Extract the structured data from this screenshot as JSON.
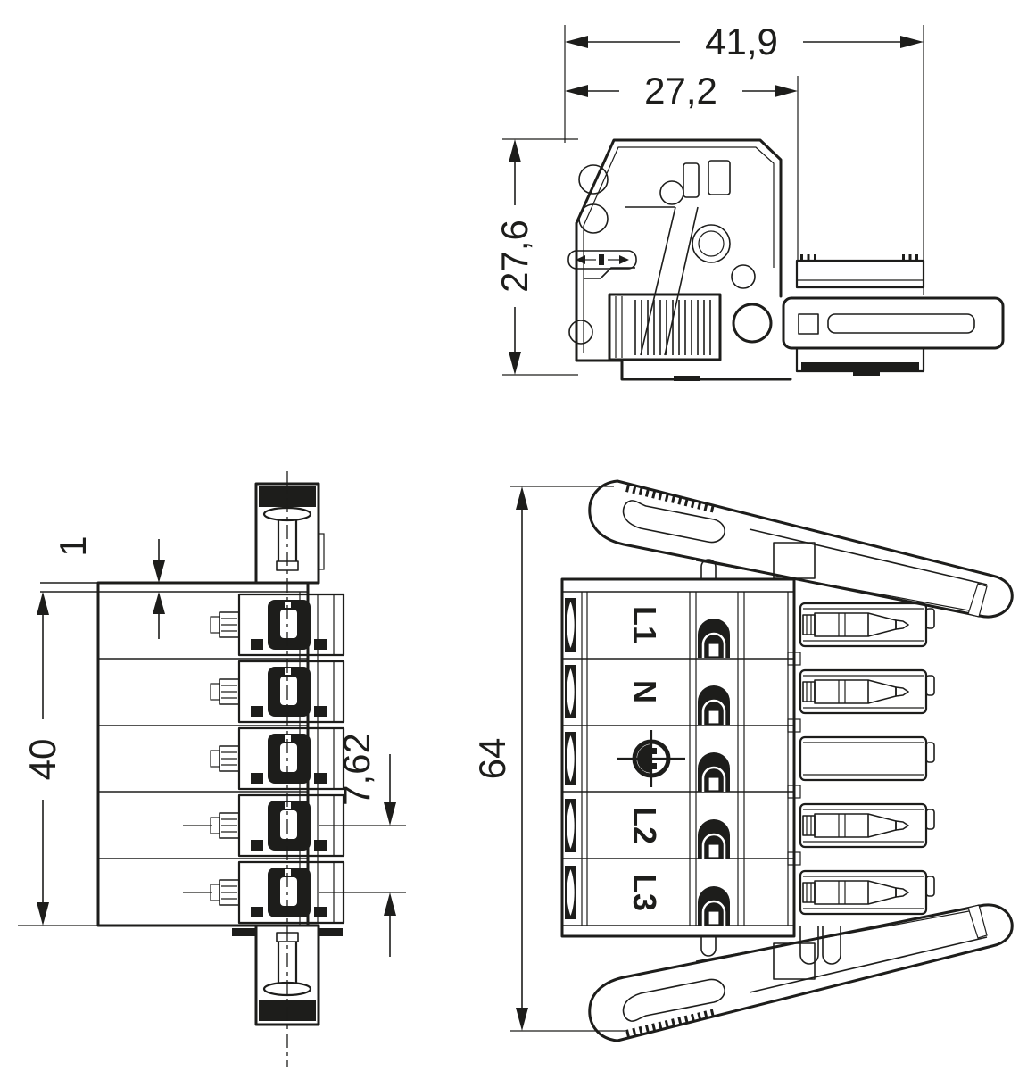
{
  "drawing": {
    "kind": "connector-technical-drawing",
    "colors": {
      "line": "#1d1d1b",
      "background": "#ffffff"
    },
    "dimensions": {
      "overall_width": "41,9",
      "housing_width": "27,2",
      "housing_height": "27,6",
      "front_edge": "1",
      "body_height": "40",
      "pole_pitch": "7,62",
      "total_height": "64"
    },
    "pole_labels": [
      "L1",
      "N",
      "L2",
      "L3"
    ],
    "earth_symbol": "protective-earth"
  }
}
